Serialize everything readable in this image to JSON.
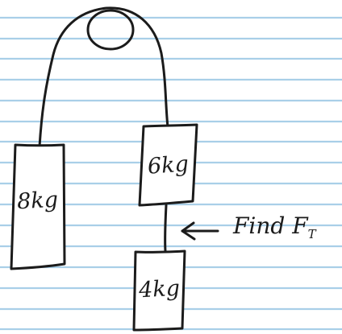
{
  "masses": {
    "left": "8kg",
    "upper_right": "6kg",
    "lower_right": "4kg"
  },
  "annotation": {
    "text": "Find F",
    "subscript": "T"
  },
  "colors": {
    "ink": "#1b1b1b",
    "ruled_lines": "#a9cfe8",
    "paper": "#ffffff"
  }
}
